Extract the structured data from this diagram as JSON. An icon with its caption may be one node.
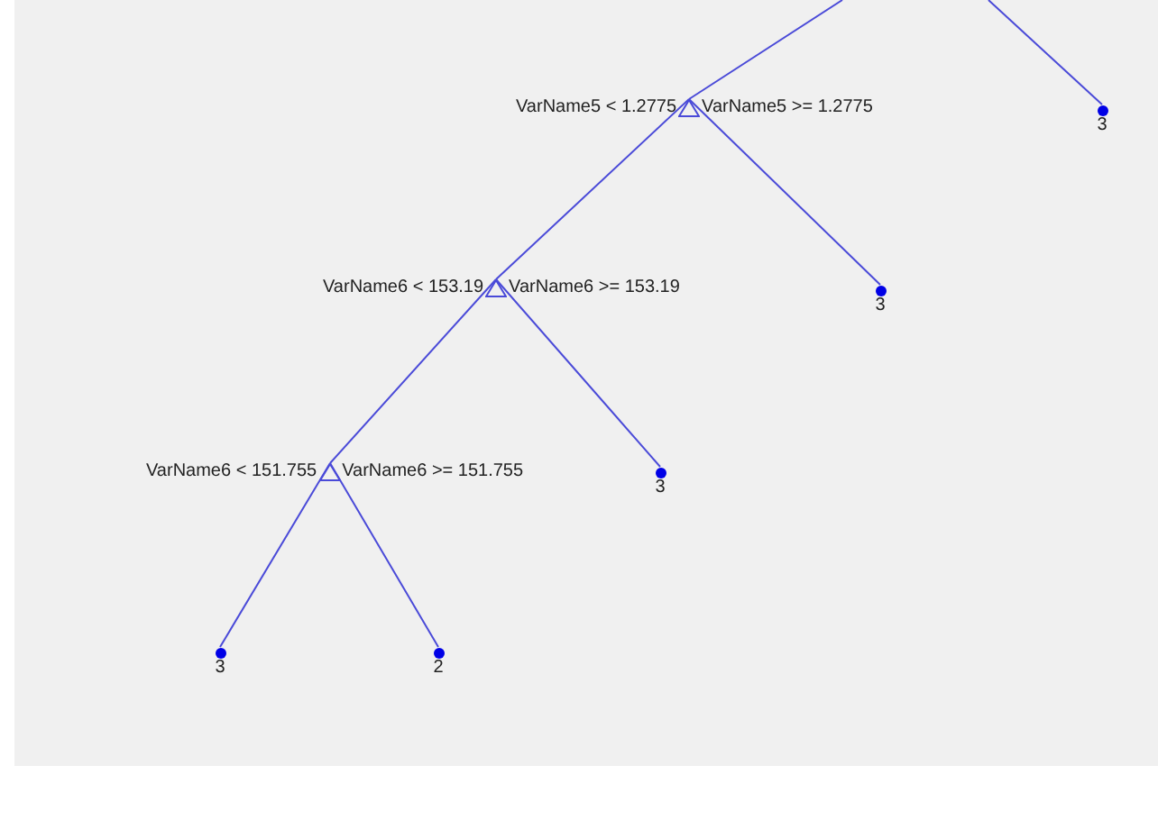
{
  "diagram": {
    "nodes": [
      {
        "text": [
          "VarName5 < 1.2775",
          "VarName5 >= 1.2775"
        ]
      },
      {
        "text": [
          "3"
        ]
      },
      {
        "text": [
          "VarName6 < 153.19",
          "VarName6 >= 153.19"
        ]
      },
      {
        "text": [
          "3"
        ]
      },
      {
        "text": [
          "VarName6 < 151.755",
          "VarName6 >= 151.755"
        ]
      },
      {
        "text": [
          "3"
        ]
      },
      {
        "text": [
          "3"
        ]
      },
      {
        "text": [
          "2"
        ]
      }
    ],
    "edges": [
      {
        "from": null,
        "to": 0,
        "arrow": "none"
      },
      {
        "from": null,
        "to": 1,
        "arrow": "none"
      },
      {
        "from": 0,
        "to": 2,
        "arrow": "none"
      },
      {
        "from": 0,
        "to": 3,
        "arrow": "none"
      },
      {
        "from": 2,
        "to": 4,
        "arrow": "none"
      },
      {
        "from": 2,
        "to": 5,
        "arrow": "none"
      },
      {
        "from": 4,
        "to": 6,
        "arrow": "none"
      },
      {
        "from": 4,
        "to": 7,
        "arrow": "none"
      }
    ]
  }
}
